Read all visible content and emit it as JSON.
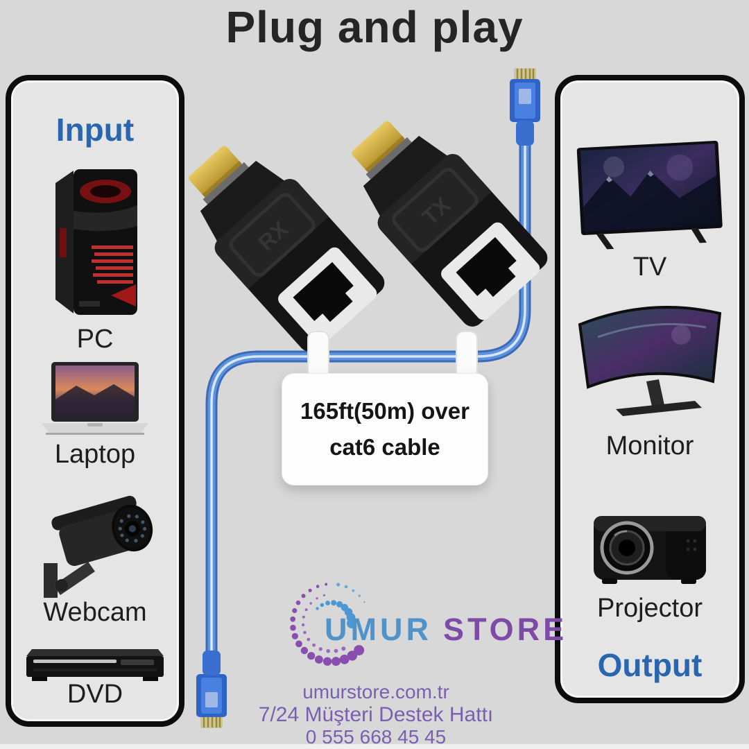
{
  "title": "Plug and play",
  "panels": {
    "input": {
      "label": "Input",
      "items": [
        {
          "label": "PC"
        },
        {
          "label": "Laptop"
        },
        {
          "label": "Webcam"
        },
        {
          "label": "DVD"
        }
      ]
    },
    "output": {
      "label": "Output",
      "items": [
        {
          "label": "TV"
        },
        {
          "label": "Monitor"
        },
        {
          "label": "Projector"
        }
      ]
    }
  },
  "extenders": {
    "left_label": "RX",
    "right_label": "TX"
  },
  "cable_note": {
    "line1": "165ft(50m) over",
    "line2": "cat6 cable"
  },
  "brand": {
    "word1": "UMUR",
    "word2": "STORE"
  },
  "footer": {
    "website": "umurstore.com.tr",
    "support": "7/24 Müşteri Destek Hattı",
    "phone": "0 555 668 45 45"
  },
  "colors": {
    "accent_blue": "#2a66b0",
    "brand_blue": "#4f93c9",
    "brand_purple": "#7d4aa5",
    "footer_purple": "#7a5fb0",
    "cable_blue": "#4a80d2",
    "hdmi_gold": "#d4b23c"
  }
}
